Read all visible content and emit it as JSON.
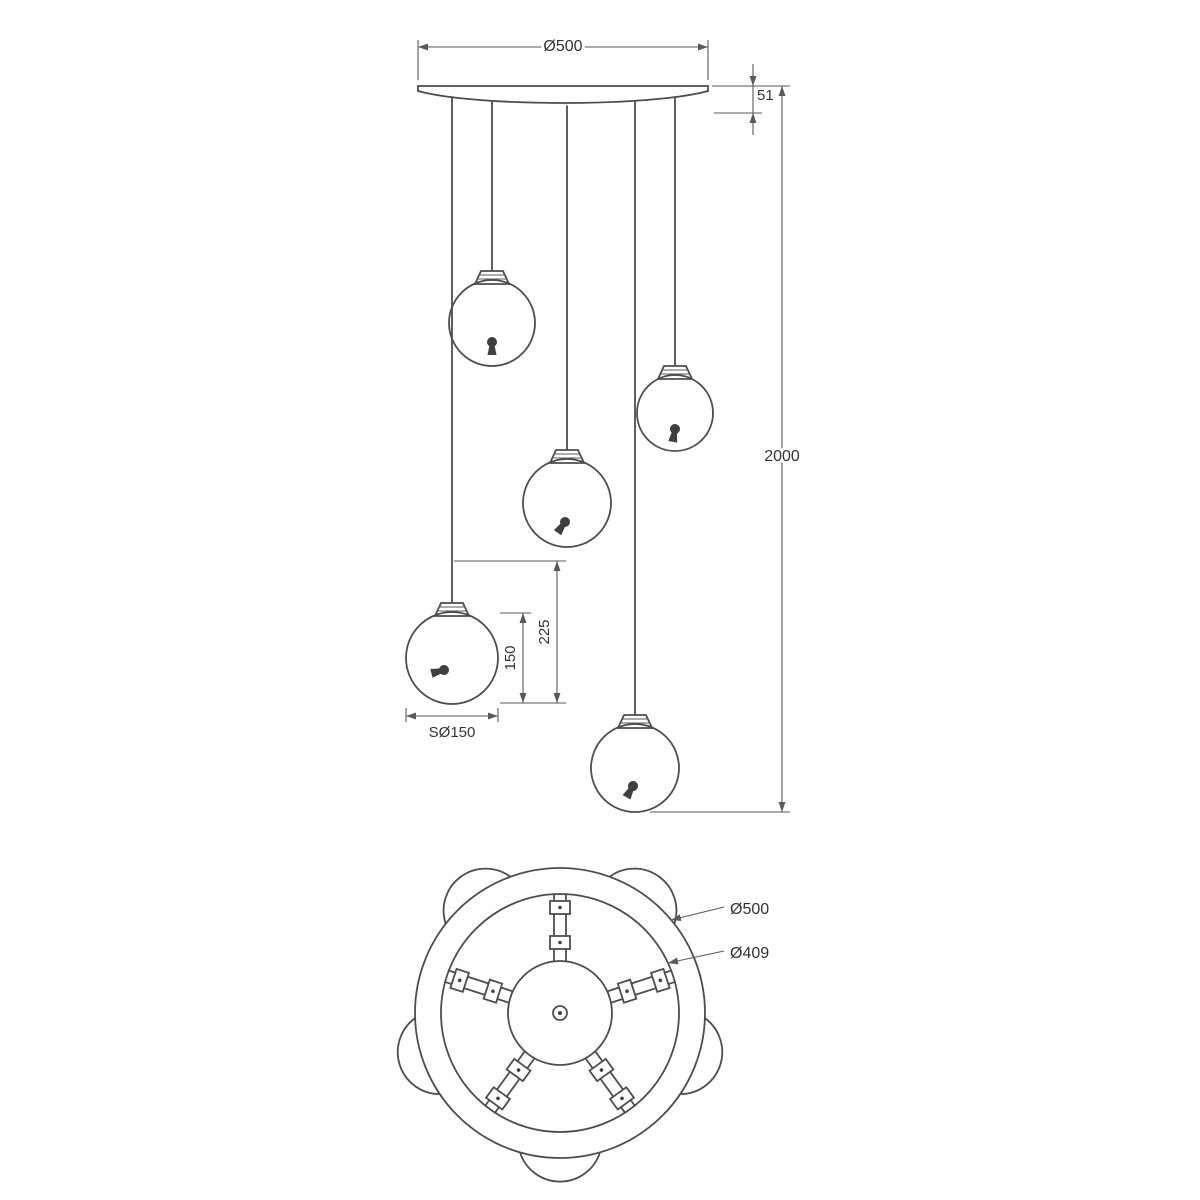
{
  "drawing": {
    "colors": {
      "background": "#ffffff",
      "object_line": "#4d4d4d",
      "dimension_line": "#5a5a5a",
      "text": "#333333"
    },
    "front_view": {
      "dim_canopy_diameter": "Ø500",
      "dim_canopy_thickness": "51",
      "dim_total_height": "2000",
      "dim_suspension_height": "225",
      "dim_sphere_height": "150",
      "dim_sphere_diameter": "SØ150"
    },
    "bottom_view": {
      "dim_outer_diameter": "Ø500",
      "dim_inner_diameter": "Ø409"
    }
  }
}
